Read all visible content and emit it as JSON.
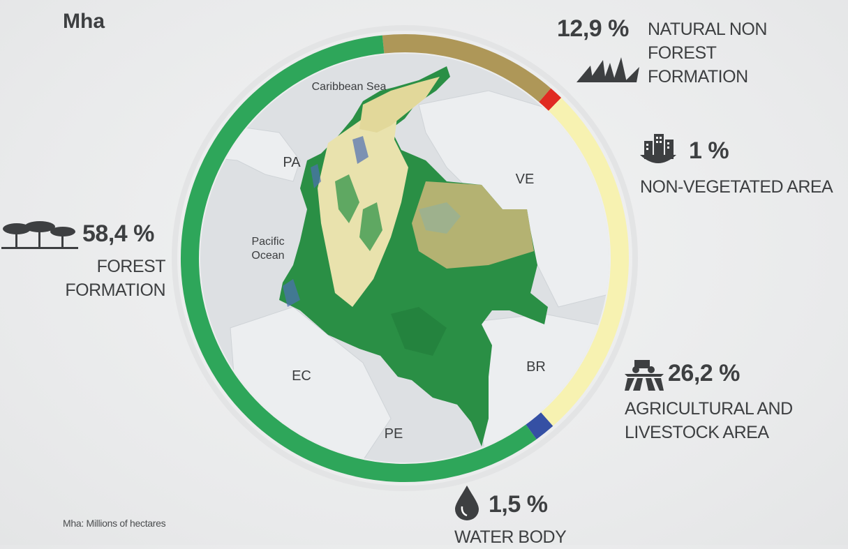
{
  "header": {
    "unit": "Mha"
  },
  "footnote": "Mha: Millions of hectares",
  "colors": {
    "forest": "#2ea65a",
    "natural_non_forest": "#ae9758",
    "non_vegetated": "#e02a22",
    "agricultural": "#f7f2b1",
    "water": "#3550a4",
    "text": "#3d3f41"
  },
  "map": {
    "labels": {
      "caribbean": "Caribbean Sea",
      "pacific_1": "Pacific",
      "pacific_2": "Ocean",
      "pa": "PA",
      "ve": "VE",
      "ec": "EC",
      "br": "BR",
      "pe": "PE"
    }
  },
  "chart_data": {
    "type": "pie",
    "style": "donut-ring",
    "categories": [
      "FOREST FORMATION",
      "NATURAL NON FOREST FORMATION",
      "NON-VEGETATED AREA",
      "AGRICULTURAL AND LIVESTOCK AREA",
      "WATER BODY"
    ],
    "values": [
      58.4,
      12.9,
      1.0,
      26.2,
      1.5
    ],
    "value_labels": [
      "58,4 %",
      "12,9 %",
      "1 %",
      "26,2 %",
      "1,5 %"
    ],
    "label_lines": {
      "forest": [
        "FOREST",
        "FORMATION"
      ],
      "natural": [
        "NATURAL NON",
        "FOREST",
        "FORMATION"
      ],
      "nonveg": [
        "NON-VEGETATED AREA"
      ],
      "agri": [
        "AGRICULTURAL AND",
        "LIVESTOCK AREA"
      ],
      "water": [
        "WATER BODY"
      ]
    },
    "colors": [
      "#2ea65a",
      "#ae9758",
      "#e02a22",
      "#f7f2b1",
      "#3550a4"
    ],
    "icons": [
      "trees-icon",
      "grass-icon",
      "buildings-icon",
      "tractor-field-icon",
      "water-drop-icon"
    ]
  }
}
